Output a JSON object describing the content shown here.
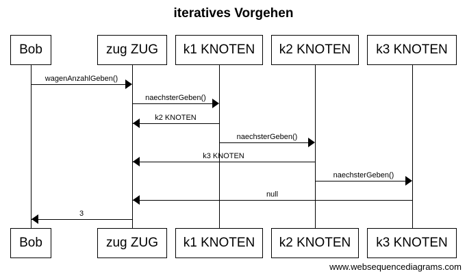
{
  "title": "iteratives Vorgehen",
  "participants": [
    "Bob",
    "zug ZUG",
    "k1 KNOTEN",
    "k2 KNOTEN",
    "k3 KNOTEN"
  ],
  "messages": [
    {
      "from": 0,
      "to": 1,
      "label": "wagenAnzahlGeben()"
    },
    {
      "from": 1,
      "to": 2,
      "label": "naechsterGeben()"
    },
    {
      "from": 2,
      "to": 1,
      "label": "k2 KNOTEN"
    },
    {
      "from": 2,
      "to": 3,
      "label": "naechsterGeben()"
    },
    {
      "from": 3,
      "to": 1,
      "label": "k3 KNOTEN"
    },
    {
      "from": 3,
      "to": 4,
      "label": "naechsterGeben()"
    },
    {
      "from": 4,
      "to": 1,
      "label": "null"
    },
    {
      "from": 1,
      "to": 0,
      "label": "3"
    }
  ],
  "watermark": "www.websequencediagrams.com"
}
